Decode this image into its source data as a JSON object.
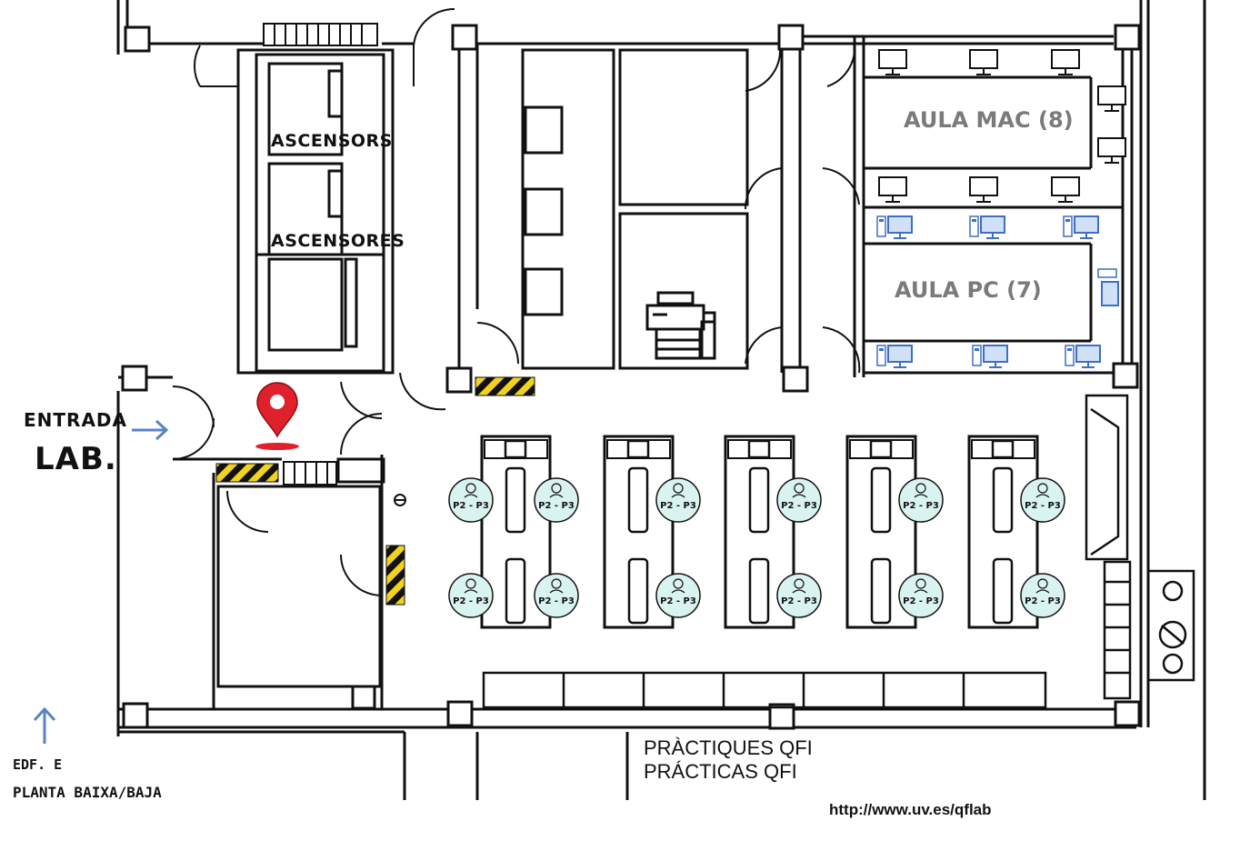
{
  "labels": {
    "entrada": "ENTRADA",
    "lab": "LAB.",
    "edf": "EDF. E",
    "planta": "PLANTA BAIXA/BAJA",
    "ascensors": "ASCENSORS",
    "ascensores": "ASCENSORES",
    "aula_mac": "AULA MAC (8)",
    "aula_pc": "AULA PC (7)",
    "practiques": "PRÀCTIQUES QFI",
    "practicas": "PRÁCTICAS QFI",
    "url": "http://www.uv.es/qflab"
  },
  "station_label": "P2 - P3",
  "colors": {
    "wall": "#111111",
    "station_fill": "#d8f3f0",
    "marker": "#e0202a",
    "arrow": "#5b82c4",
    "label_grey": "#7a7a7a",
    "hazard_yellow": "#f2d21b",
    "pc_blue": "#3e6fc4"
  },
  "icons": [
    "location-pin-icon",
    "printer-icon",
    "monitor-icon",
    "desktop-pc-icon",
    "person-icon",
    "arrow-right-icon",
    "arrow-up-icon"
  ]
}
